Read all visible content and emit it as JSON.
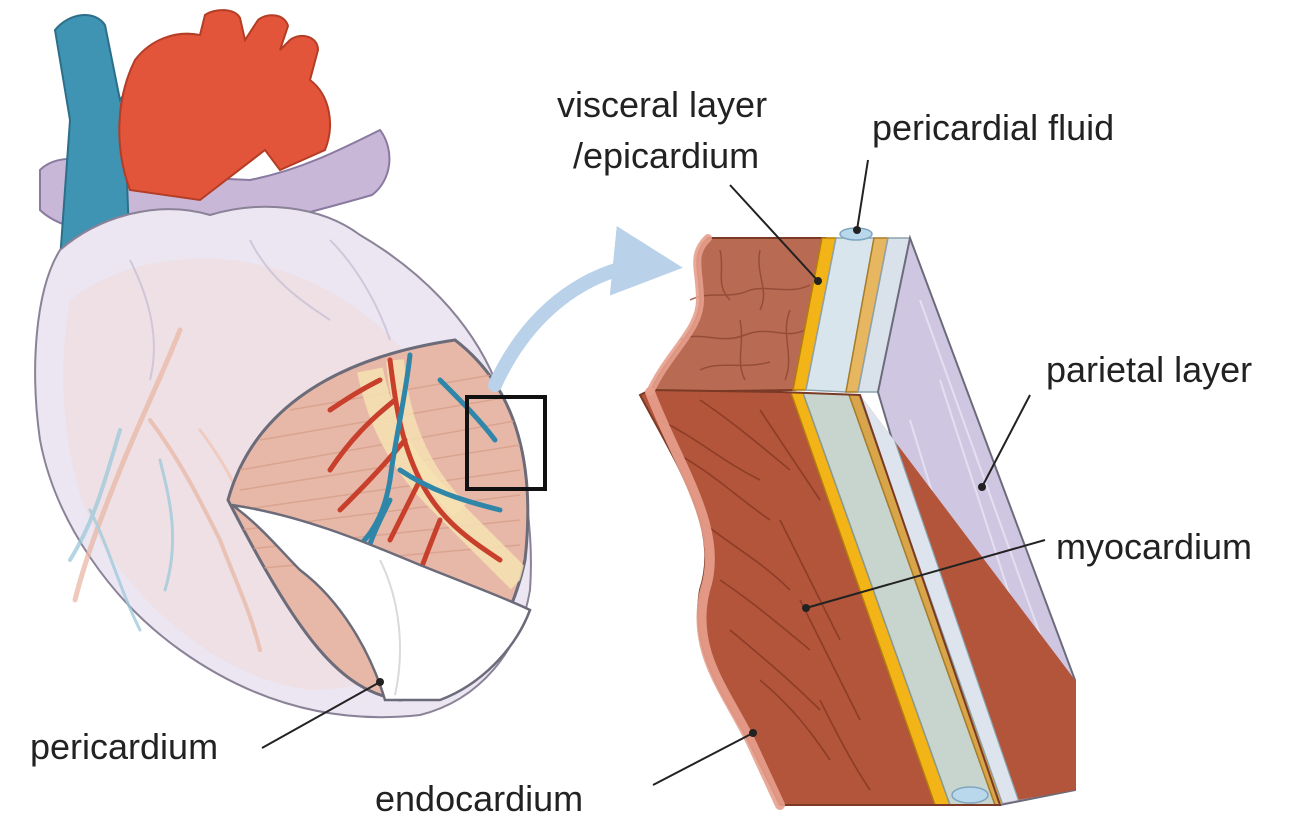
{
  "labels": {
    "visceral_line1": "visceral layer",
    "visceral_line2": "/epicardium",
    "pericardial_fluid": "pericardial fluid",
    "parietal_layer": "parietal layer",
    "myocardium": "myocardium",
    "pericardium": "pericardium",
    "endocardium": "endocardium"
  },
  "colors": {
    "vein_blue": "#3f93b3",
    "artery_red": "#e2553a",
    "pulmonary_purple": "#c9b7d8",
    "pericardium_sac": "#ece6f2",
    "heart_muscle": "#e3b8a6",
    "myocardium_brown": "#b2553a",
    "epicardium_yellow": "#f3b417",
    "fluid_grey": "#c8d4ce",
    "parietal_lavender": "#cfc7e2",
    "arrow_blue": "#b9d2ea"
  }
}
